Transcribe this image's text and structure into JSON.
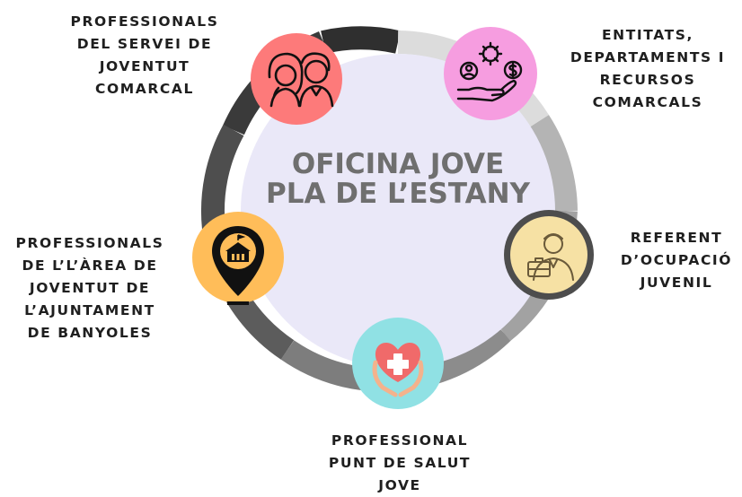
{
  "center": {
    "title_line1": "OFICINA JOVE",
    "title_line2": "PLA DE L’ESTANY"
  },
  "nodes": [
    {
      "id": "top-left",
      "label": "PROFESSIONALS\nDEL SERVEI DE\nJOVENTUT\nCOMARCAL",
      "icon": "couple-icon",
      "color": "#fd7a7a"
    },
    {
      "id": "top-right",
      "label": "ENTITATS,\nDEPARTAMENTS I\nRECURSOS\nCOMARCALS",
      "icon": "community-resources-icon",
      "color": "#f69de0"
    },
    {
      "id": "right",
      "label": "REFERENT\nD’OCUPACIÓ\nJUVENIL",
      "icon": "employment-worker-icon",
      "color": "#f6e1a4"
    },
    {
      "id": "bottom",
      "label": "PROFESSIONAL\nPUNT DE SALUT\nJOVE",
      "icon": "health-heart-icon",
      "color": "#90e1e4"
    },
    {
      "id": "left",
      "label": "PROFESSIONALS\nDE L’L’ÀREA DE\nJOVENTUT DE\nL’AJUNTAMENT\nDE BANYOLES",
      "icon": "town-hall-pin-icon",
      "color": "#ffbd59"
    }
  ],
  "colors": {
    "center_fill": "#eae8f8",
    "title_text": "#6f6f6f",
    "ring_segments": [
      "#3b3b3b",
      "#d9d9d9",
      "#b3b3b3",
      "#a3a3a3",
      "#8a8a8a",
      "#6b6b6b",
      "#7a7a7a",
      "#5a5a5a"
    ],
    "label_text": "#1f1f1f"
  }
}
